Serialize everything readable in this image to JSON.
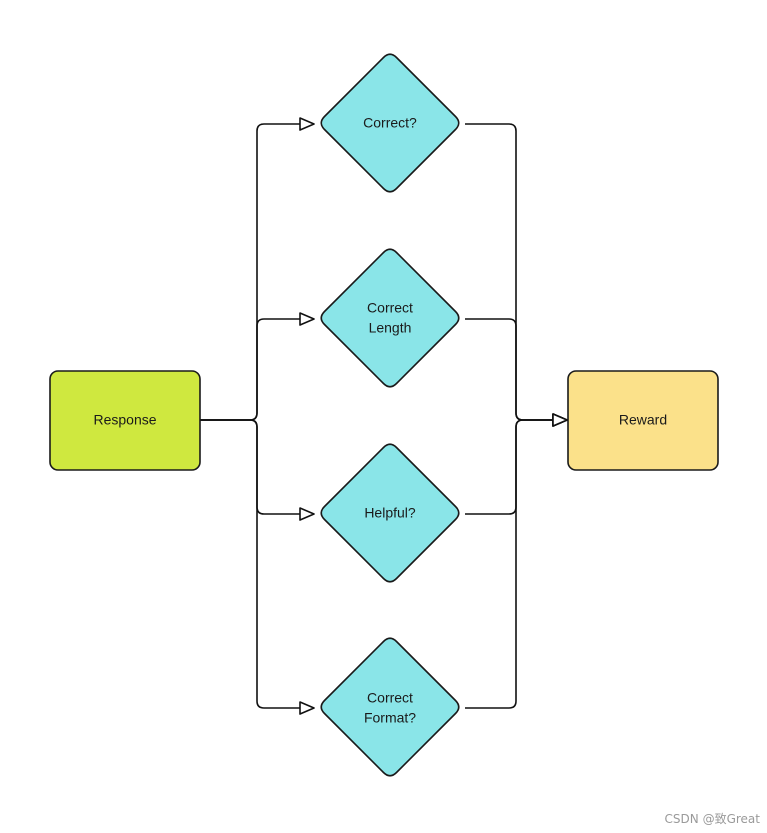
{
  "colors": {
    "source": "#cfe83f",
    "check": "#8ae5e8",
    "target": "#fbe18a",
    "stroke": "#1a1a1a",
    "connector": "#111111",
    "watermark": "#9a9a9a",
    "background": "#ffffff"
  },
  "nodes": {
    "response": {
      "label": "Response"
    },
    "reward": {
      "label": "Reward"
    },
    "checks": [
      {
        "lines": [
          "Correct?"
        ]
      },
      {
        "lines": [
          "Correct",
          "Length"
        ]
      },
      {
        "lines": [
          "Helpful?"
        ]
      },
      {
        "lines": [
          "Correct",
          "Format?"
        ]
      }
    ]
  },
  "watermark": "CSDN @致Great"
}
